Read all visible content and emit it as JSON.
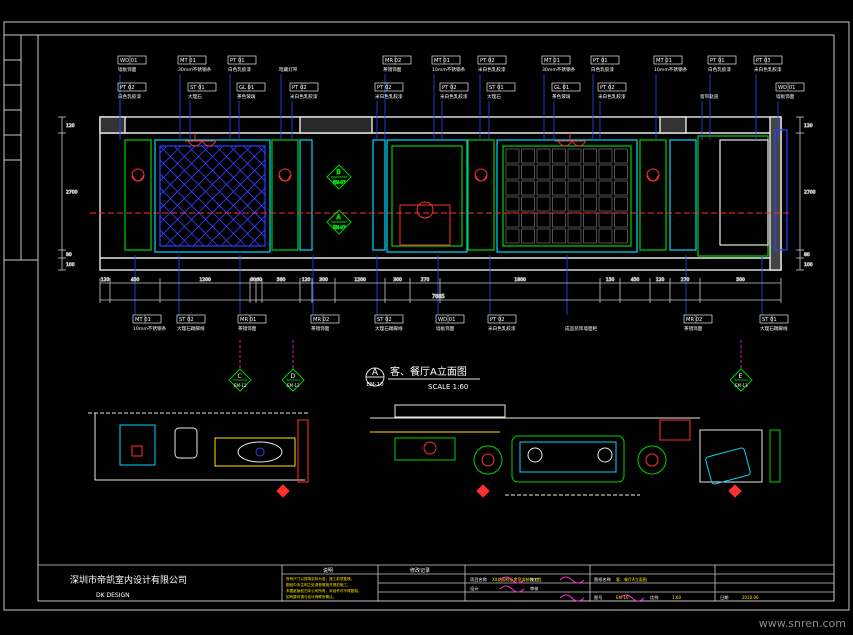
{
  "colors": {
    "background": "#000000",
    "frame": "#c8c8c8",
    "wall": "#e8e8e8",
    "cyan": "#00d8ff",
    "green": "#00d200",
    "magenta": "#ff2ad4",
    "red": "#ff3030",
    "yellow": "#ffe600",
    "blue": "#3040ff",
    "white": "#ffffff"
  },
  "drawing_title": {
    "symbol": "A",
    "sheet": "EM-10",
    "title": "客、餐厅A立面图",
    "scale": "SCALE 1:60"
  },
  "top_labels": [
    {
      "code": "WD 01",
      "desc": "墙板饰面"
    },
    {
      "code": "MT 01",
      "desc": "30mm不锈钢条"
    },
    {
      "code": "PT 01",
      "desc": "白色乳胶漆"
    },
    {
      "code": "",
      "desc": "暗藏灯带"
    },
    {
      "code": "MR 02",
      "desc": "茶镜饰面"
    },
    {
      "code": "MT 01",
      "desc": "10mm不锈钢条"
    },
    {
      "code": "PT 02",
      "desc": "米白色乳胶漆"
    },
    {
      "code": "MT 01",
      "desc": "30mm不锈钢条"
    },
    {
      "code": "PT 01",
      "desc": "白色乳胶漆"
    },
    {
      "code": "MT 01",
      "desc": "10mm不锈钢条"
    },
    {
      "code": "PT 01",
      "desc": "白色乳胶漆"
    },
    {
      "code": "PT 03",
      "desc": "米白色乳胶漆"
    }
  ],
  "second_labels": [
    {
      "code": "PT 02",
      "desc": "白色乳胶漆"
    },
    {
      "code": "ST 01",
      "desc": "大理石"
    },
    {
      "code": "GL 01",
      "desc": "茶色玻璃"
    },
    {
      "code": "PT 02",
      "desc": "米白色乳胶漆"
    },
    {
      "code": "PT 02",
      "desc": "米白色乳胶漆"
    },
    {
      "code": "PT 02",
      "desc": "米白色乳胶漆"
    },
    {
      "code": "ST 01",
      "desc": "大理石"
    },
    {
      "code": "GL 01",
      "desc": "茶色玻璃"
    },
    {
      "code": "PT 02",
      "desc": "米白色乳胶漆"
    },
    {
      "code": "",
      "desc": "窗帘轨道"
    },
    {
      "code": "WD 01",
      "desc": "墙板饰面"
    }
  ],
  "bottom_labels": [
    {
      "code": "MT 01",
      "desc": "10mm不锈钢条"
    },
    {
      "code": "ST 02",
      "desc": "大理石踢脚线"
    },
    {
      "code": "MR 01",
      "desc": "茶镜饰面"
    },
    {
      "code": "MR 02",
      "desc": "茶镜饰面"
    },
    {
      "code": "ST 02",
      "desc": "大理石踢脚线"
    },
    {
      "code": "WD 01",
      "desc": "墙板饰面"
    },
    {
      "code": "PT 02",
      "desc": "米白色乳胶漆"
    },
    {
      "code": "",
      "desc": "成品装饰墙面柜"
    },
    {
      "code": "MR 02",
      "desc": "茶镜饰面"
    },
    {
      "code": "ST 01",
      "desc": "大理石踢脚线"
    }
  ],
  "dims_horizontal": [
    "120",
    "450",
    "1200",
    "60",
    "60",
    "560",
    "120",
    "300",
    "1200",
    "300",
    "270",
    "1800",
    "150",
    "450",
    "120",
    "270",
    "500"
  ],
  "dims_total": "7885",
  "dims_vertical": [
    "120",
    "2700",
    "80",
    "100"
  ],
  "section_tags": [
    {
      "letter": "B",
      "sheet": "EM-07"
    },
    {
      "letter": "A",
      "sheet": "EM-07"
    },
    {
      "letter": "C",
      "sheet": "EM-12"
    },
    {
      "letter": "D",
      "sheet": "EM-12"
    },
    {
      "letter": "E",
      "sheet": "EM-13"
    }
  ],
  "title_block": {
    "company": "深圳市帝凯室内设计有限公司",
    "company_en": "DK  DESIGN",
    "notes_header": "说明",
    "notes": [
      "所有尺寸以现场实际为准，施工前须复核。",
      "图纸中未注明之处请参照相关规范施工。",
      "本图纸版权归本公司所有，未经许可不得复制。",
      "如有疑问请与设计师联系确认。"
    ],
    "rev_header": "修改记录",
    "fields": [
      {
        "label": "项目名称",
        "value": "XX花园样板房室内装饰工程"
      },
      {
        "label": "设计",
        "value": ""
      },
      {
        "label": "校对",
        "value": ""
      },
      {
        "label": "审核",
        "value": ""
      },
      {
        "label": "图纸名称",
        "value": "客、餐厅A立面图"
      },
      {
        "label": "图号",
        "value": "EM-10"
      },
      {
        "label": "比例",
        "value": "1:60"
      },
      {
        "label": "日期",
        "value": "2010.06"
      }
    ]
  },
  "watermark": "www.snren.com"
}
